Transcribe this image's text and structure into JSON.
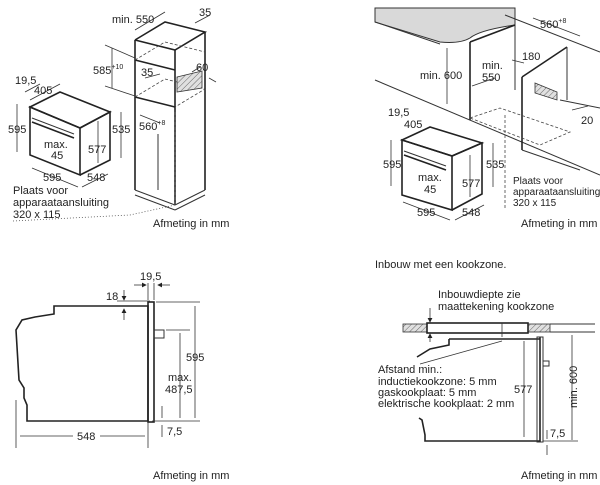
{
  "diagrams": {
    "top_left": {
      "title": "Column installation",
      "labels": {
        "min_550": "min. 550",
        "d35_top": "35",
        "d585": "585",
        "d585_tol": "+10",
        "d35_inner": "35",
        "d60": "60",
        "d560": "560",
        "d560_tol": "+8",
        "d19_5": "19,5",
        "d405": "405",
        "d595_h": "595",
        "d535": "535",
        "max_line1": "max.",
        "max_line2": "45",
        "d577": "577",
        "d595_w": "595",
        "d548": "548",
        "conn_line1": "Plaats voor",
        "conn_line2": "apparaataansluiting",
        "conn_line3": "320 x 115"
      },
      "footer": "Afmeting in mm"
    },
    "top_right": {
      "labels": {
        "d560": "560",
        "d560_tol": "+8",
        "d180": "180",
        "min_600": "min. 600",
        "min_550_line1": "min.",
        "min_550_line2": "550",
        "d20": "20",
        "d19_5": "19,5",
        "d405": "405",
        "d595_h": "595",
        "d535": "535",
        "max_line1": "max.",
        "max_line2": "45",
        "d577": "577",
        "d595_w": "595",
        "d548": "548",
        "conn_line1": "Plaats voor",
        "conn_line2": "apparaataansluiting",
        "conn_line3": "320 x 115"
      },
      "footer": "Afmeting in mm"
    },
    "bottom_left": {
      "labels": {
        "d19_5": "19,5",
        "d18": "18",
        "d595": "595",
        "max_line1": "max.",
        "max_line2": "487,5",
        "d7_5": "7,5",
        "d548": "548"
      },
      "footer": "Afmeting in mm"
    },
    "bottom_right": {
      "heading": "Inbouw met een kookzone.",
      "labels": {
        "depth_line1": "Inbouwdiepte zie",
        "depth_line2": "maattekening kookzone",
        "dist_line1": "Afstand min.:",
        "dist_line2": "inductiekookzone: 5 mm",
        "dist_line3": "gaskookplaat: 5 mm",
        "dist_line4": "elektrische kookplaat: 2 mm",
        "d577": "577",
        "min_600": "min. 600",
        "d7_5": "7,5"
      },
      "footer": "Afmeting in mm"
    }
  }
}
